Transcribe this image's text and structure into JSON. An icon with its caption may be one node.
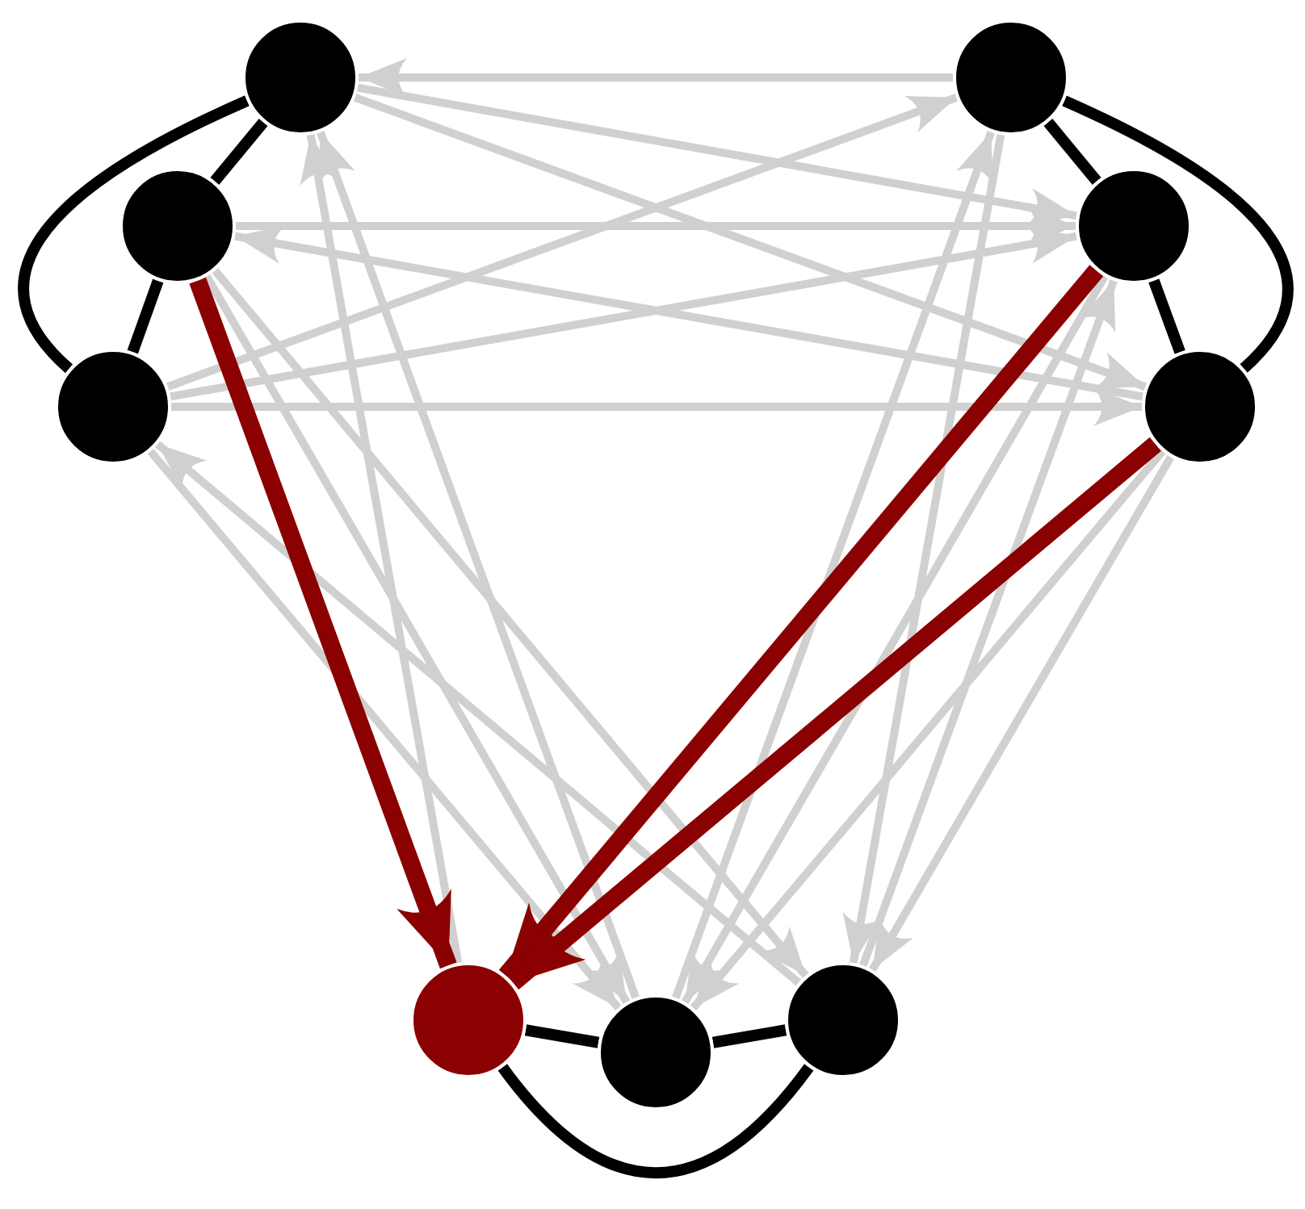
{
  "diagram": {
    "nodes": [
      {
        "text": [],
        "shape": "circle"
      },
      {
        "text": [],
        "shape": "circle"
      },
      {
        "text": [],
        "shape": "circle"
      },
      {
        "text": [],
        "shape": "circle"
      },
      {
        "text": [],
        "shape": "circle"
      },
      {
        "text": [],
        "shape": "circle"
      },
      {
        "text": [],
        "shape": "circle"
      },
      {
        "text": [],
        "shape": "circle"
      },
      {
        "text": [],
        "shape": "circle"
      }
    ],
    "edges": [
      {
        "from": 0,
        "to": 1,
        "arrow": "none",
        "color": "#000000"
      },
      {
        "from": 1,
        "to": 2,
        "arrow": "none",
        "color": "#000000"
      },
      {
        "from": 0,
        "to": 2,
        "arrow": "none",
        "color": "#000000"
      },
      {
        "from": 3,
        "to": 4,
        "arrow": "none",
        "color": "#000000"
      },
      {
        "from": 4,
        "to": 5,
        "arrow": "none",
        "color": "#000000"
      },
      {
        "from": 3,
        "to": 5,
        "arrow": "none",
        "color": "#000000"
      },
      {
        "from": 6,
        "to": 7,
        "arrow": "none",
        "color": "#000000"
      },
      {
        "from": 7,
        "to": 8,
        "arrow": "none",
        "color": "#000000"
      },
      {
        "from": 6,
        "to": 8,
        "arrow": "none",
        "color": "#000000"
      },
      {
        "from": 3,
        "to": 0,
        "arrow": "to"
      },
      {
        "from": 0,
        "to": 4,
        "arrow": "to"
      },
      {
        "from": 0,
        "to": 5,
        "arrow": "to"
      },
      {
        "from": 1,
        "to": 4,
        "arrow": "to"
      },
      {
        "from": 5,
        "to": 1,
        "arrow": "to"
      },
      {
        "from": 2,
        "to": 3,
        "arrow": "to"
      },
      {
        "from": 2,
        "to": 4,
        "arrow": "to"
      },
      {
        "from": 2,
        "to": 5,
        "arrow": "to"
      },
      {
        "from": 6,
        "to": 0,
        "arrow": "to"
      },
      {
        "from": 7,
        "to": 0,
        "arrow": "to"
      },
      {
        "from": 8,
        "to": 2,
        "arrow": "to"
      },
      {
        "from": 1,
        "to": 7,
        "arrow": "to"
      },
      {
        "from": 1,
        "to": 8,
        "arrow": "to"
      },
      {
        "from": 2,
        "to": 7,
        "arrow": "to"
      },
      {
        "from": 7,
        "to": 3,
        "arrow": "to"
      },
      {
        "from": 4,
        "to": 7,
        "arrow": "to"
      },
      {
        "from": 3,
        "to": 8,
        "arrow": "to"
      },
      {
        "from": 8,
        "to": 4,
        "arrow": "to"
      },
      {
        "from": 5,
        "to": 7,
        "arrow": "to"
      },
      {
        "from": 5,
        "to": 8,
        "arrow": "to"
      },
      {
        "from": 1,
        "to": 6,
        "arrow": "to",
        "style": "thick",
        "color": "#8b0000"
      },
      {
        "from": 4,
        "to": 6,
        "arrow": "to",
        "style": "thick",
        "color": "#8b0000"
      },
      {
        "from": 5,
        "to": 6,
        "arrow": "to",
        "style": "thick",
        "color": "#8b0000"
      }
    ]
  }
}
